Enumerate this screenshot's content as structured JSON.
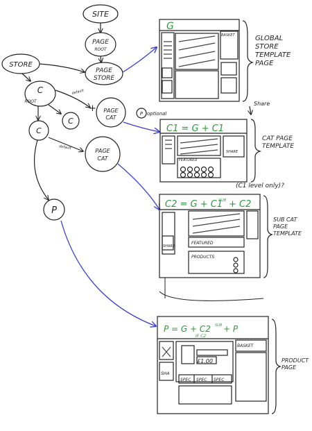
{
  "colors": {
    "ink": "#222222",
    "blue": "#3a3fd0",
    "green": "#2e9a3c",
    "background": "#ffffff"
  },
  "tree": {
    "site": "SITE",
    "page_root": "PAGE",
    "page_root_sub": "ROOT",
    "page_store": "PAGE",
    "page_store_sub": "STORE",
    "store": "STORE",
    "c_root": "C",
    "c_root_sub": "ROOT",
    "c_small": "C",
    "c_child": "C",
    "page_cat": "PAGE",
    "page_cat_sub": "CAT",
    "page_cat2": "PAGE",
    "page_cat2_sub": "CAT",
    "p": "P",
    "plus": "+",
    "default_label_1": "default",
    "default_label_2": "default",
    "optional": "optional",
    "optional_letter": "P"
  },
  "pages": {
    "global": {
      "formula": "G",
      "side_label": "GLOBAL STORE TEMPLATE PAGE",
      "basket": "BASKET",
      "share": "Share"
    },
    "cat": {
      "formula": "C1 = G + C1",
      "side_label": "CAT PAGE TEMPLATE",
      "featured": "FEATURED",
      "share": "SHARE"
    },
    "c1_note": "(C1 level only)?",
    "subcat": {
      "formula": "C2 = G + C1",
      "formula_sup": "SUB",
      "formula_tail": "+ C2",
      "side_label": "SUB CAT PAGE TEMPLATE",
      "featured": "FEATURED",
      "products": "PRODUCTS",
      "share": "SHARE"
    },
    "product": {
      "formula": "P = G + C2",
      "formula_sup": "SUB",
      "formula_tail": "+ P",
      "formula_if": "IF C2",
      "side_label": "PRODUCT PAGE",
      "basket": "BASKET",
      "price": "£1.00",
      "tabs": [
        "SPEC",
        "SPEC",
        "SPEC"
      ],
      "share": "SHA"
    }
  }
}
